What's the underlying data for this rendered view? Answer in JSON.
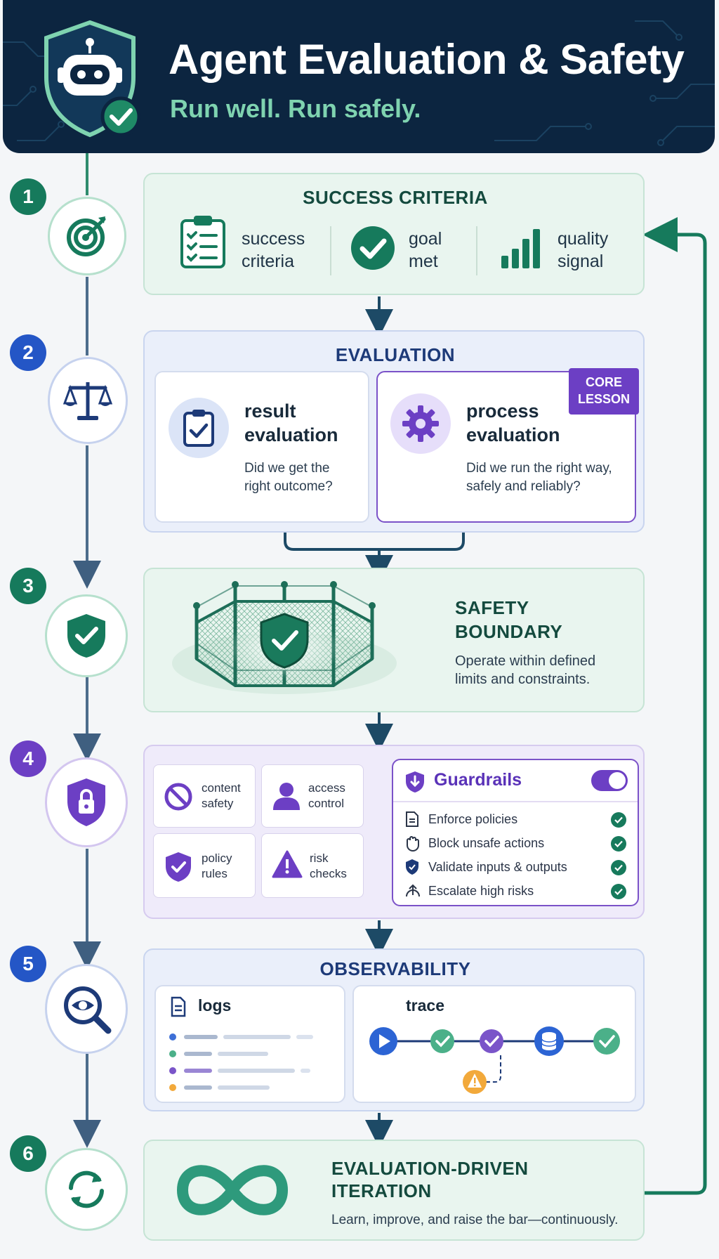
{
  "header": {
    "title": "Agent Evaluation & Safety",
    "subtitle": "Run well. Run safely."
  },
  "steps": [
    {
      "number": "1",
      "icon": "target-icon"
    },
    {
      "number": "2",
      "icon": "scales-icon"
    },
    {
      "number": "3",
      "icon": "shield-check-icon"
    },
    {
      "number": "4",
      "icon": "shield-lock-icon"
    },
    {
      "number": "5",
      "icon": "magnifier-eye-icon"
    },
    {
      "number": "6",
      "icon": "refresh-cycle-icon"
    }
  ],
  "success_criteria": {
    "title": "SUCCESS CRITERIA",
    "items": [
      {
        "line1": "success",
        "line2": "criteria",
        "icon": "checklist-icon"
      },
      {
        "line1": "goal",
        "line2": "met",
        "icon": "check-circle-icon"
      },
      {
        "line1": "quality",
        "line2": "signal",
        "icon": "signal-bars-icon"
      }
    ]
  },
  "evaluation": {
    "title": "EVALUATION",
    "result": {
      "line1": "result",
      "line2": "evaluation",
      "q1": "Did we get the",
      "q2": "right outcome?"
    },
    "process": {
      "line1": "process",
      "line2": "evaluation",
      "q1": "Did we run the right way,",
      "q2": "safely and reliably?"
    },
    "badge": {
      "line1": "CORE",
      "line2": "LESSON"
    }
  },
  "safety": {
    "title1": "SAFETY",
    "title2": "BOUNDARY",
    "desc1": "Operate within defined",
    "desc2": "limits and constraints."
  },
  "guardrails_section": {
    "tiles": [
      {
        "line1": "content",
        "line2": "safety",
        "icon": "ban-icon"
      },
      {
        "line1": "access",
        "line2": "control",
        "icon": "user-icon"
      },
      {
        "line1": "policy",
        "line2": "rules",
        "icon": "shield-check-icon"
      },
      {
        "line1": "risk",
        "line2": "checks",
        "icon": "warning-icon"
      }
    ],
    "guardrails": {
      "title": "Guardrails",
      "rules": [
        {
          "text": "Enforce policies",
          "icon": "document-icon"
        },
        {
          "text": "Block unsafe actions",
          "icon": "hand-stop-icon"
        },
        {
          "text": "Validate inputs & outputs",
          "icon": "shield-icon"
        },
        {
          "text": "Escalate high risks",
          "icon": "escalate-icon"
        }
      ]
    }
  },
  "observability": {
    "title": "OBSERVABILITY",
    "logs_label": "logs",
    "trace_label": "trace",
    "log_dot_colors": [
      "#3d6fd6",
      "#4bb089",
      "#7a55c9",
      "#f2a93b"
    ]
  },
  "iteration": {
    "title1": "EVALUATION-DRIVEN",
    "title2": "ITERATION",
    "desc": "Learn, improve, and raise the bar—continuously."
  },
  "colors": {
    "navy": "#0c2540",
    "green": "#167a5c",
    "blue": "#2456c6",
    "purple": "#6c3fc4",
    "mint": "#7fd3b0"
  }
}
